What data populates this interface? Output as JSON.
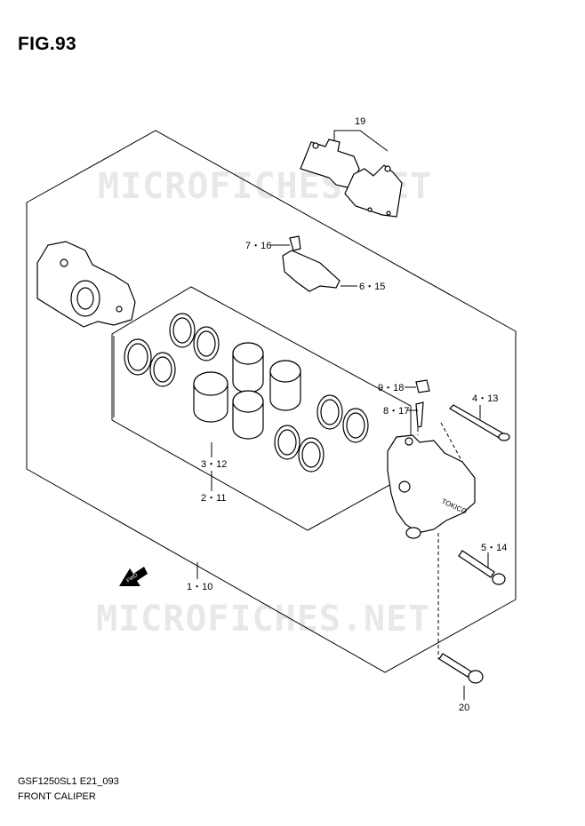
{
  "figure": {
    "title": "FIG.93",
    "code": "GSF1250SL1 E21_093",
    "name": "FRONT CALIPER"
  },
  "watermark": "MICROFICHES.NET",
  "callouts": {
    "c19": "19",
    "c7_16": "7・16",
    "c6_15": "6・15",
    "c9_18": "9・18",
    "c8_17": "8・17",
    "c4_13": "4・13",
    "c3_12": "3・12",
    "c2_11": "2・11",
    "c5_14": "5・14",
    "c1_10": "1・10",
    "c20": "20"
  },
  "fwd_label": "FWD",
  "caliper_brand": "TOKICO"
}
